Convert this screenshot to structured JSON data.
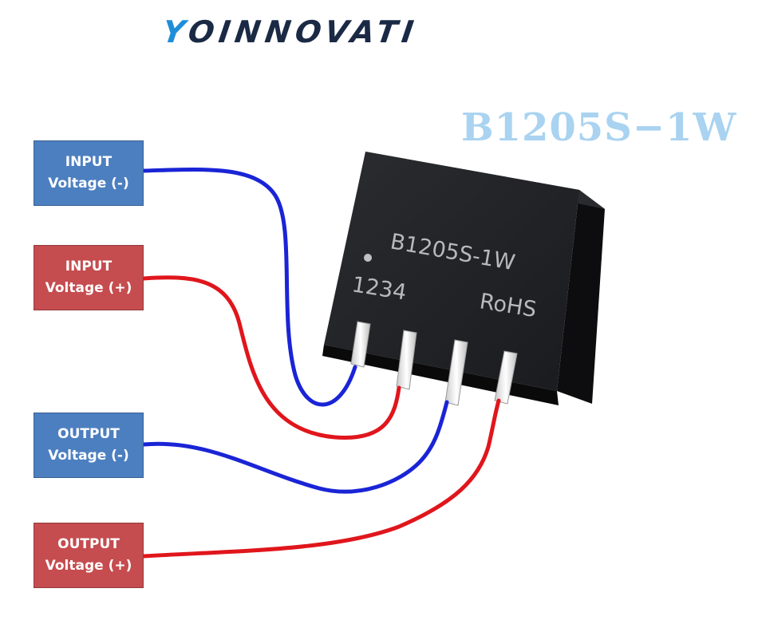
{
  "brand": {
    "logo_first": "Y",
    "logo_rest": "OINNOVATI"
  },
  "product": {
    "title": "B1205S−1W",
    "marking_model": "B1205S-1W",
    "marking_pins": "1234",
    "marking_rohs": "RoHS"
  },
  "pins": [
    {
      "line1": "INPUT",
      "line2": "Voltage (-)",
      "polarity": "negative",
      "wire_color": "#1a24d6"
    },
    {
      "line1": "INPUT",
      "line2": "Voltage (+)",
      "polarity": "positive",
      "wire_color": "#e0161c"
    },
    {
      "line1": "OUTPUT",
      "line2": "Voltage (-)",
      "polarity": "negative",
      "wire_color": "#1a24d6"
    },
    {
      "line1": "OUTPUT",
      "line2": "Voltage (+)",
      "polarity": "positive",
      "wire_color": "#e0161c"
    }
  ],
  "colors": {
    "negative_box": "#4c7fc0",
    "positive_box": "#c54c4f",
    "module_body": "#16171a",
    "title": "#a9d3f0"
  }
}
